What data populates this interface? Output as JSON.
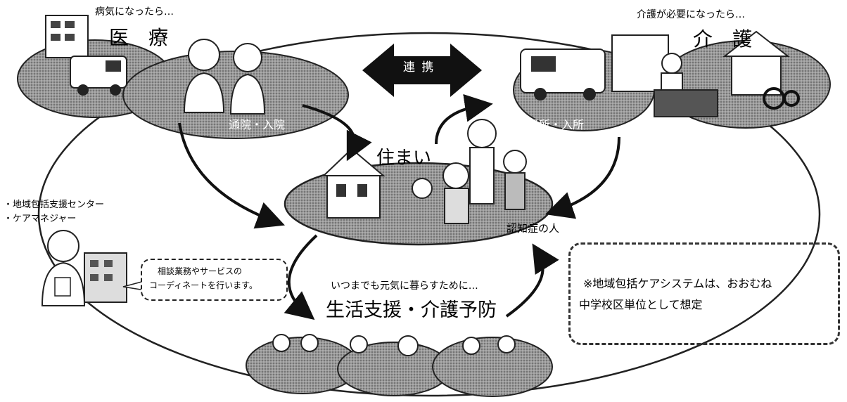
{
  "medical": {
    "caption": "病気になったら…",
    "title": "医　療",
    "access": "通院・入院"
  },
  "care": {
    "caption": "介護が必要になったら…",
    "title": "介　護",
    "access": "通所・入所"
  },
  "link": {
    "label": "連 携"
  },
  "housing": {
    "title": "住まい",
    "dementia": "認知症の人"
  },
  "support": {
    "caption": "いつまでも元気に暮らすために…",
    "title": "生活支援・介護予防"
  },
  "consult": {
    "label1": "・地域包括支援センター",
    "label2": "・ケアマネジャー",
    "bubble_line1": "相談業務やサービスの",
    "bubble_line2": "コーディネートを行います。"
  },
  "note": {
    "line1": "※地域包括ケアシステムは、おおむね",
    "line2": "中学校区単位として想定"
  }
}
